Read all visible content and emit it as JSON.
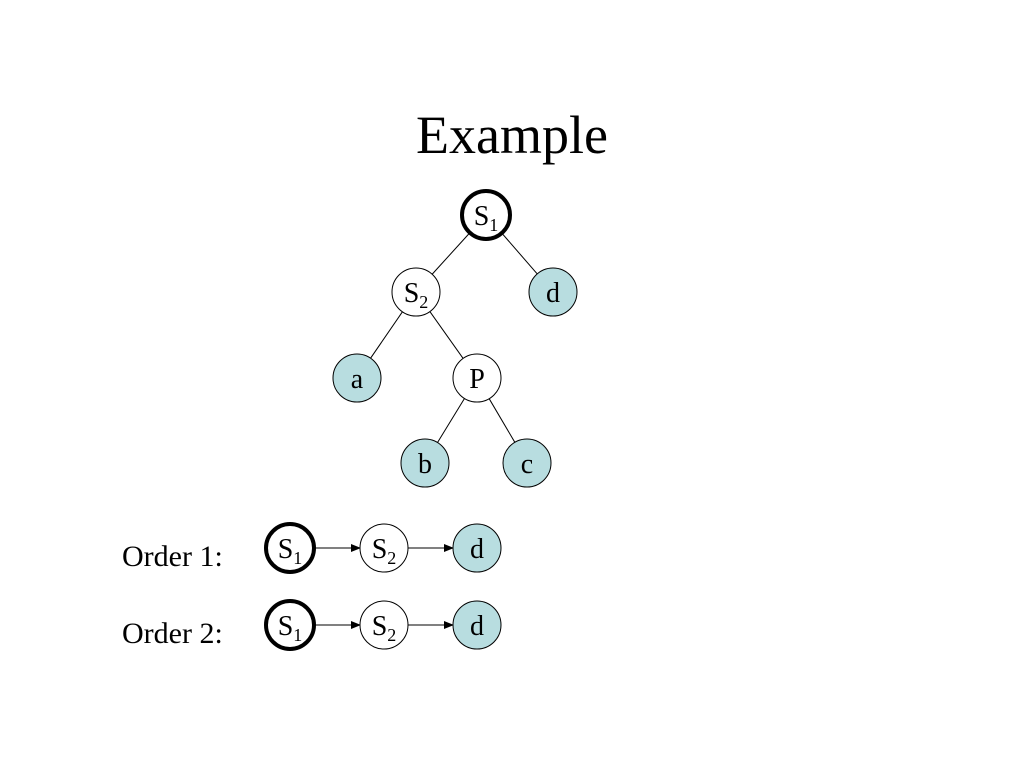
{
  "title": "Example",
  "colors": {
    "leaf_fill": "#b8dde0",
    "node_fill": "#ffffff",
    "stroke": "#000000"
  },
  "tree": {
    "nodes": [
      {
        "id": "S1",
        "base": "S",
        "sub": "1",
        "kind": "internal",
        "emphasis": true
      },
      {
        "id": "S2",
        "base": "S",
        "sub": "2",
        "kind": "internal",
        "emphasis": false
      },
      {
        "id": "d",
        "base": "d",
        "sub": "",
        "kind": "leaf",
        "emphasis": false
      },
      {
        "id": "a",
        "base": "a",
        "sub": "",
        "kind": "leaf",
        "emphasis": false
      },
      {
        "id": "P",
        "base": "P",
        "sub": "",
        "kind": "internal",
        "emphasis": false
      },
      {
        "id": "b",
        "base": "b",
        "sub": "",
        "kind": "leaf",
        "emphasis": false
      },
      {
        "id": "c",
        "base": "c",
        "sub": "",
        "kind": "leaf",
        "emphasis": false
      }
    ],
    "edges": [
      [
        "S1",
        "S2"
      ],
      [
        "S1",
        "d"
      ],
      [
        "S2",
        "a"
      ],
      [
        "S2",
        "P"
      ],
      [
        "P",
        "b"
      ],
      [
        "P",
        "c"
      ]
    ]
  },
  "orders": [
    {
      "label": "Order 1:",
      "sequence": [
        {
          "base": "S",
          "sub": "1",
          "kind": "internal",
          "emphasis": true
        },
        {
          "base": "S",
          "sub": "2",
          "kind": "internal",
          "emphasis": false
        },
        {
          "base": "d",
          "sub": "",
          "kind": "leaf",
          "emphasis": false
        }
      ]
    },
    {
      "label": "Order 2:",
      "sequence": [
        {
          "base": "S",
          "sub": "1",
          "kind": "internal",
          "emphasis": true
        },
        {
          "base": "S",
          "sub": "2",
          "kind": "internal",
          "emphasis": false
        },
        {
          "base": "d",
          "sub": "",
          "kind": "leaf",
          "emphasis": false
        }
      ]
    }
  ]
}
